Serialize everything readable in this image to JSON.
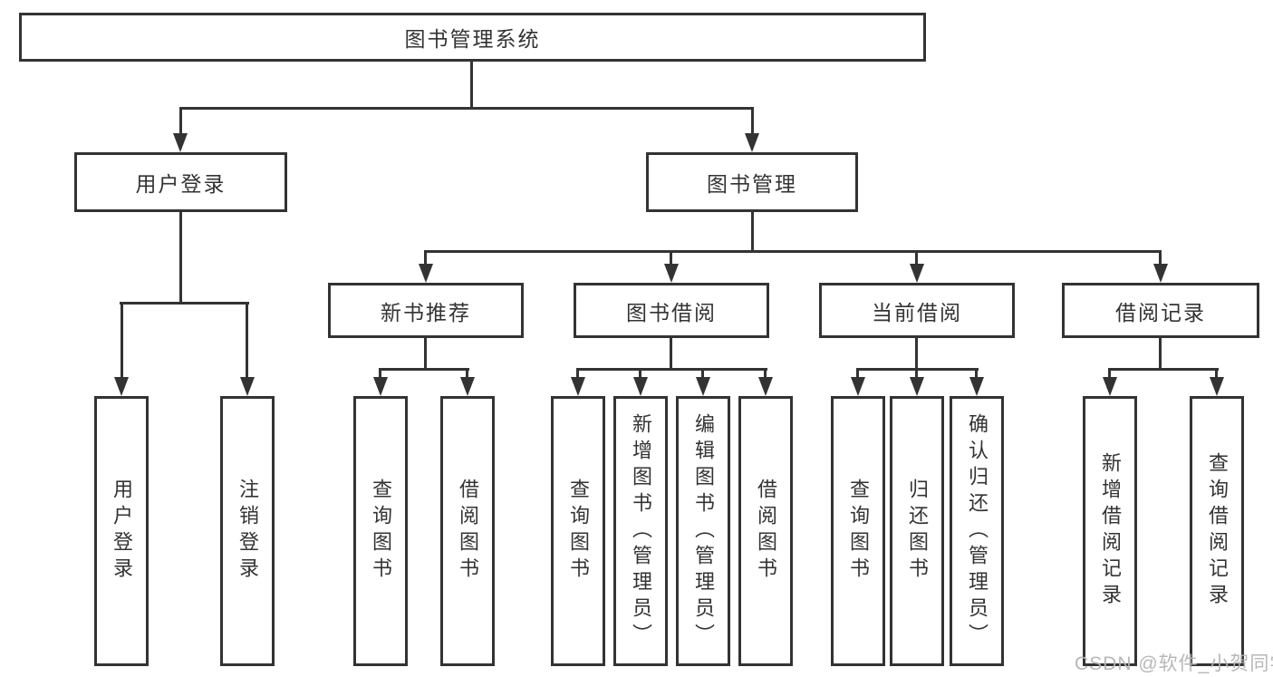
{
  "tree": {
    "root": {
      "label": "图书管理系统"
    },
    "branches": [
      {
        "label": "用户登录",
        "leaves": [
          {
            "label": "用户登录"
          },
          {
            "label": "注销登录"
          }
        ]
      },
      {
        "label": "图书管理",
        "groups": [
          {
            "label": "新书推荐",
            "leaves": [
              {
                "label": "查询图书"
              },
              {
                "label": "借阅图书"
              }
            ]
          },
          {
            "label": "图书借阅",
            "leaves": [
              {
                "label": "查询图书"
              },
              {
                "label": "新增图书（管理员）"
              },
              {
                "label": "编辑图书（管理员）"
              },
              {
                "label": "借阅图书"
              }
            ]
          },
          {
            "label": "当前借阅",
            "leaves": [
              {
                "label": "查询图书"
              },
              {
                "label": "归还图书"
              },
              {
                "label": "确认归还（管理员）"
              }
            ]
          },
          {
            "label": "借阅记录",
            "leaves": [
              {
                "label": "新增借阅记录"
              },
              {
                "label": "查询借阅记录"
              }
            ]
          }
        ]
      }
    ]
  },
  "watermark": {
    "text": "CSDN @软件_小贺同学"
  },
  "colors": {
    "line": "#333333",
    "text": "#333333",
    "box_background": "#ffffff",
    "background": "#ffffff",
    "watermark": "#b4b4b4"
  }
}
